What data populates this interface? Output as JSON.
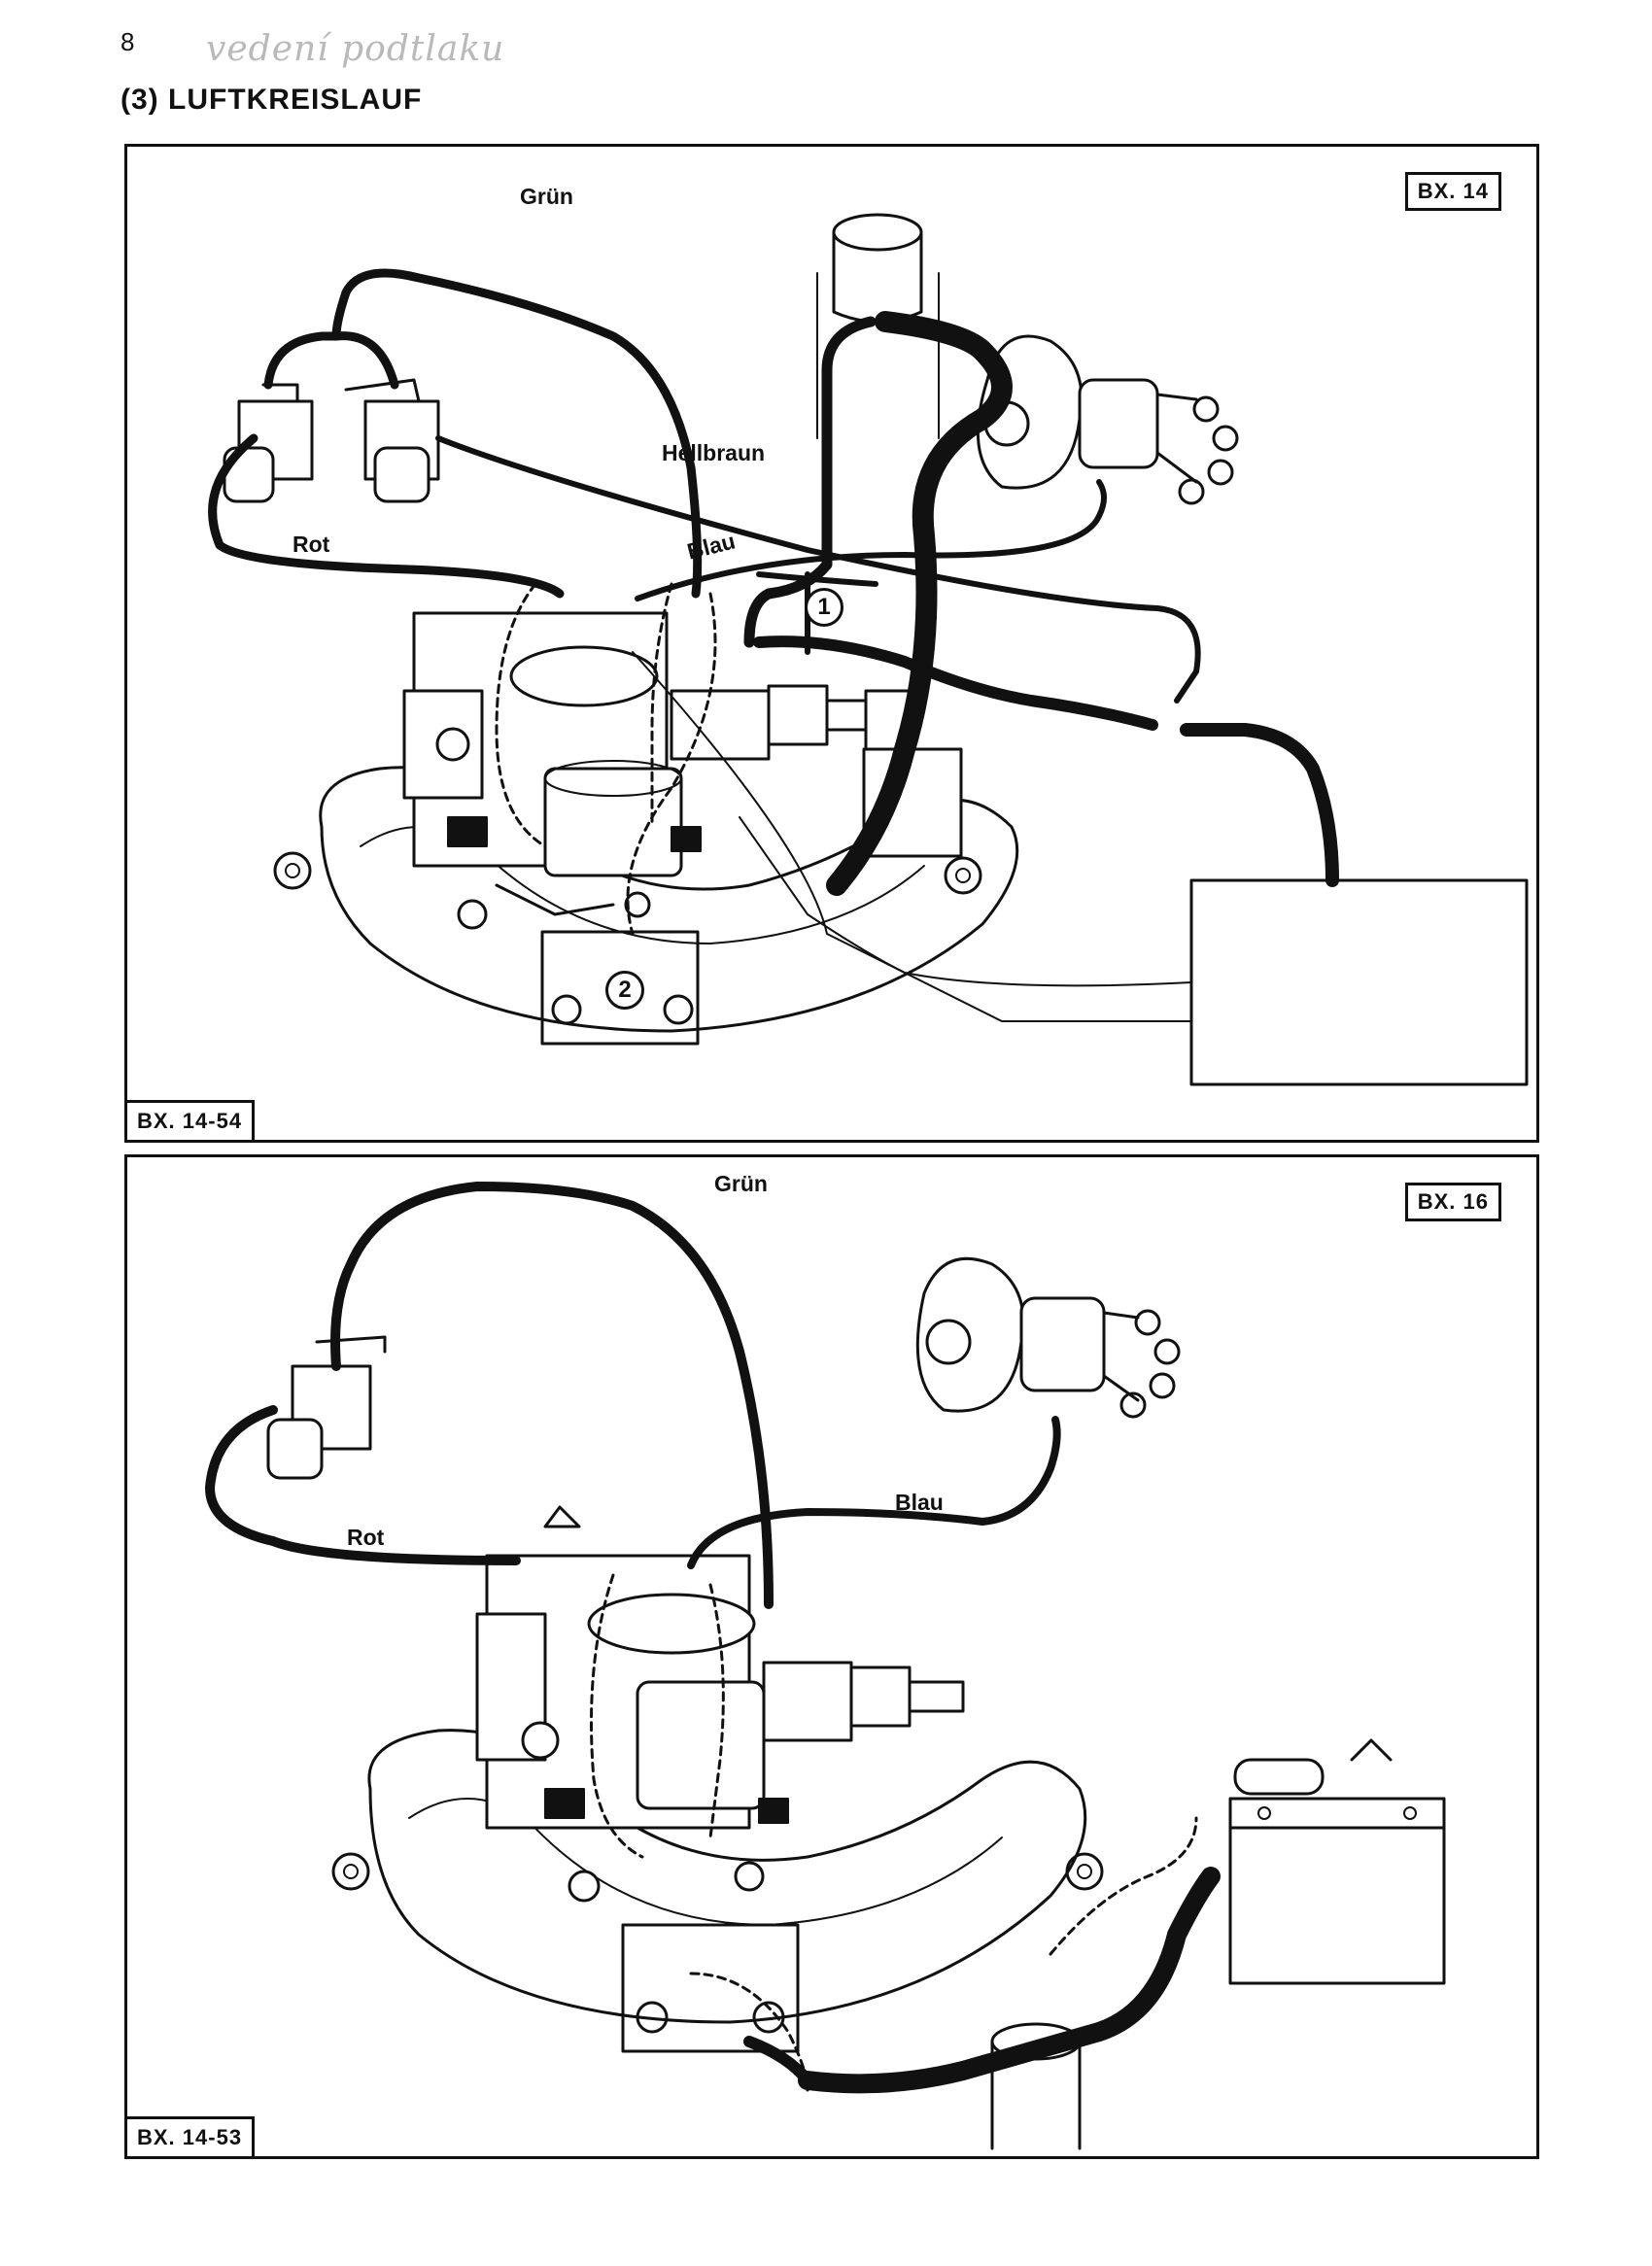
{
  "page": {
    "number": "8",
    "handwritten_note": "vedení podtlaku",
    "title": "(3) LUFTKREISLAUF"
  },
  "panel_top": {
    "model_tag": "BX. 14",
    "ref_tag": "BX. 14-54",
    "labels": {
      "gruen": "Grün",
      "hellbraun": "Hellbraun",
      "rot": "Rot",
      "blau": "Blau"
    },
    "callouts": [
      "1",
      "2"
    ]
  },
  "panel_bottom": {
    "model_tag": "BX. 16",
    "ref_tag": "BX. 14-53",
    "labels": {
      "gruen": "Grün",
      "rot": "Rot",
      "blau": "Blau"
    }
  },
  "colors": {
    "ink": "#111111",
    "paper": "#ffffff",
    "note": "#b9b9b9"
  }
}
